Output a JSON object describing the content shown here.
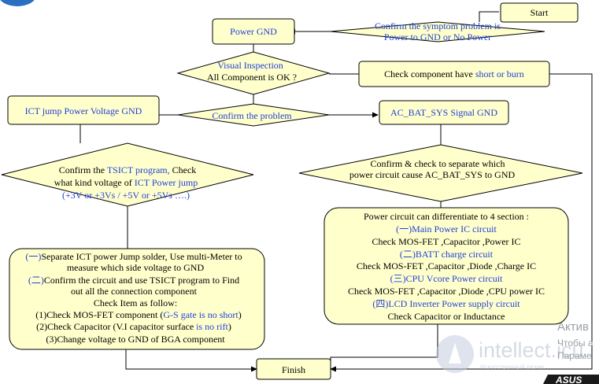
{
  "nodes": {
    "start": "Start",
    "confirm_symptom": [
      "Confirm the symptom problem is",
      "Power to GND or No Power"
    ],
    "power_gnd": "Power GND",
    "visual_inspection": [
      "Visual Inspection",
      "All Component is OK ?"
    ],
    "check_component": {
      "pre": "Check component have ",
      "hl": "short or burn"
    },
    "ict_jump": "ICT jump Power Voltage GND",
    "confirm_problem": "Confirm the problem",
    "ac_bat": "AC_BAT_SYS Signal GND",
    "confirm_tsict": {
      "l1_pre": "Confirm the ",
      "l1_hl": "TSICT program,",
      "l1_post": " Check",
      "l2_pre": "what kind voltage of ",
      "l2_hl": "ICT Power jump",
      "l3": "(+3V or +3Vs / +5V or +5Vs ….)"
    },
    "confirm_separate": [
      "Confirm & check to separate which",
      "power circuit cause AC_BAT_SYS to GND"
    ],
    "left_box": {
      "l1_hl": "(一)",
      "l1": "Separate ICT power Jump solder, Use multi-Meter to",
      "l2": "measure which side voltage to GND",
      "l3_hl": "(二)",
      "l3": "Confirm the circuit and use TSICT program to Find",
      "l4": "out all the connection component",
      "l5": "Check Item as follow:",
      "l6_pre": "(1)Check MOS-FET component (",
      "l6_hl": "G-S gate is no short",
      "l6_post": ")",
      "l7_pre": "(2)Check Capacitor (V.I capacitor surface ",
      "l7_hl": "is no rift",
      "l7_post": ")",
      "l8": "(3)Change voltage to GND of BGA component"
    },
    "right_box": {
      "l1": "Power circuit can differentiate to 4 section :",
      "l2": "(一)Main Power IC circuit",
      "l3": "Check MOS-FET ,Capacitor ,Power IC",
      "l4": "(二)BATT charge circuit",
      "l5": "Check MOS-FET ,Capacitor ,Diode ,Charge IC",
      "l6": "(三)CPU Vcore Power circuit",
      "l7": "Check MOS-FET ,Capacitor ,Diode ,CPU power IC",
      "l8": "(四)LCD Inverter Power supply circuit",
      "l9": "Check Capacitor or Inductance"
    },
    "finish": "Finish"
  },
  "watermark": {
    "brand": "intellect.icu",
    "tagline": "Искусственный разум",
    "activation": [
      "Актив",
      "Чтобы а",
      "Параме"
    ]
  },
  "logo": "ASUS",
  "colors": {
    "box_fill": "#ffffcc",
    "highlight": "#1f3fd8",
    "line": "#000000"
  }
}
